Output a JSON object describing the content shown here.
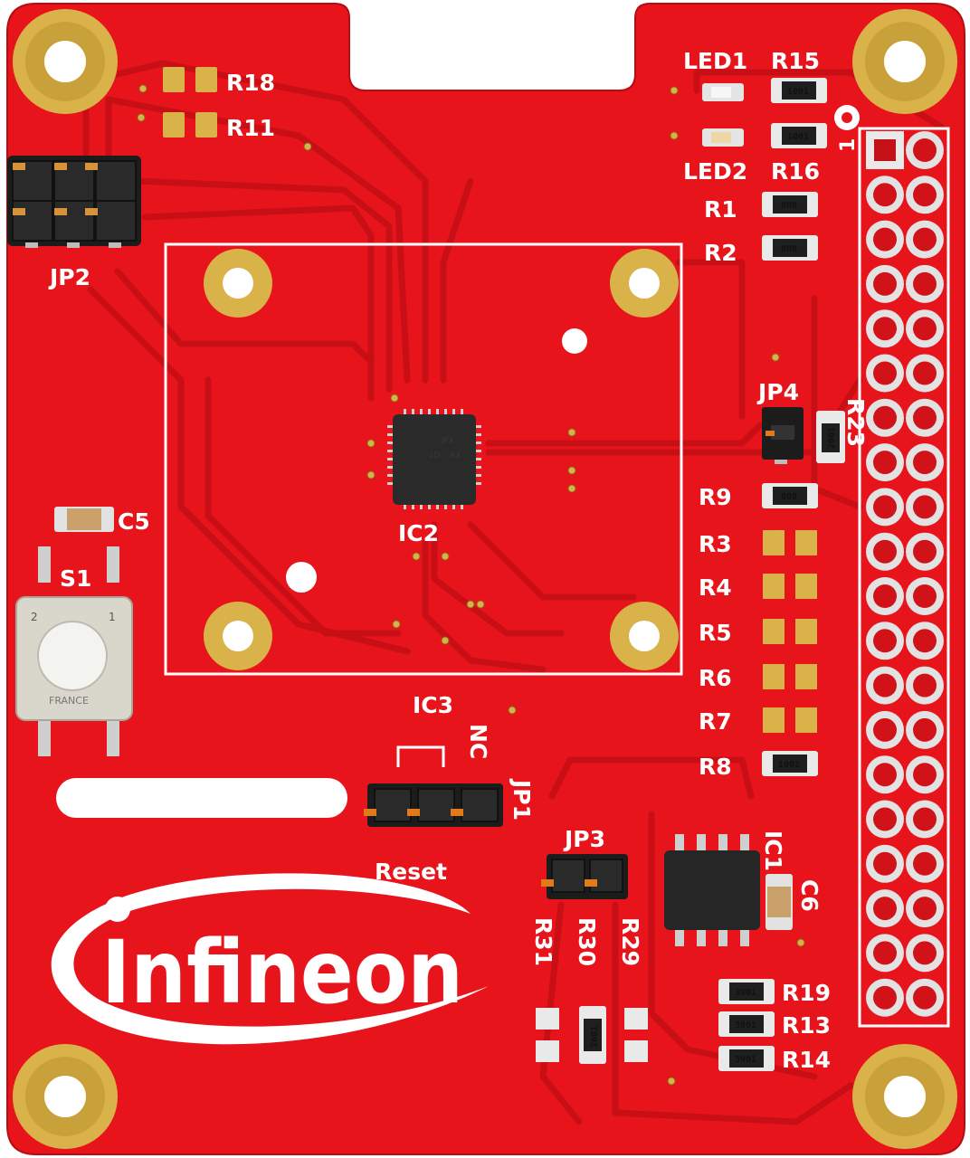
{
  "board": {
    "colors": {
      "pcb": "#e8141b",
      "pcb_dark": "#c90f16",
      "silk": "#ffffff",
      "gold": "#d9b24a",
      "header_black": "#1c1c1c"
    },
    "brand": "Infineon",
    "chip_markings": [
      "IFX",
      "1D",
      "RX"
    ],
    "switch_markings": {
      "left_pin": "2",
      "right_pin": "1",
      "body": "FRANCE"
    },
    "labels": {
      "led1": "LED1",
      "r15": "R15",
      "led2": "LED2",
      "r16": "R16",
      "r18": "R18",
      "r11": "R11",
      "jp2": "JP2",
      "r1": "R1",
      "r2": "R2",
      "r23": "R23",
      "jp4": "JP4",
      "r9": "R9",
      "r3": "R3",
      "r4": "R4",
      "r5": "R5",
      "r6": "R6",
      "r7": "R7",
      "r8": "R8",
      "ic2": "IC2",
      "c5": "C5",
      "s1": "S1",
      "ic3": "IC3",
      "nc": "NC",
      "jp1": "JP1",
      "reset": "Reset",
      "jp3": "JP3",
      "ic1": "IC1",
      "c6": "C6",
      "r31": "R31",
      "r30": "R30",
      "r29": "R29",
      "r19": "R19",
      "r13": "R13",
      "r14": "R14",
      "pin1": "1"
    },
    "resistor_codes": {
      "r15": "1001",
      "r16": "1001",
      "r1": "000",
      "r2": "000",
      "r23": "2001",
      "r9": "000",
      "r8": "1002",
      "r30": "2001",
      "r19": "3901",
      "r13": "3901",
      "r14": "3901"
    }
  }
}
